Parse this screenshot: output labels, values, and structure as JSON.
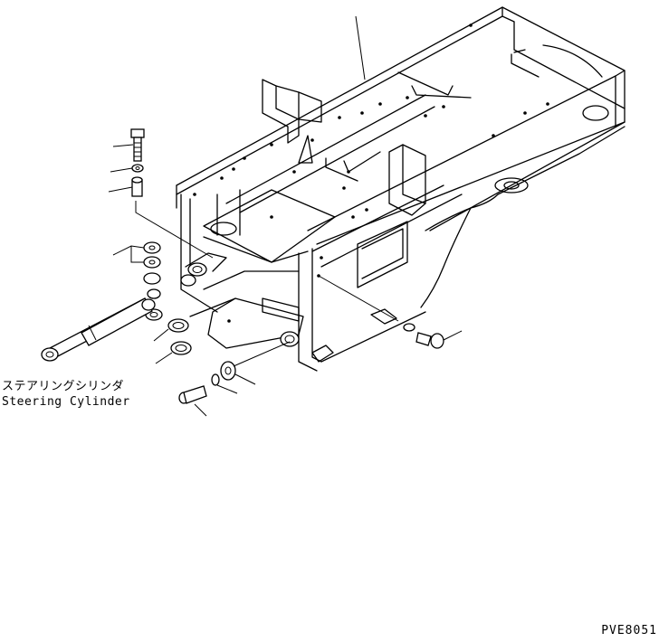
{
  "labels": {
    "steering_cylinder_jp": "ステアリングシリンダ",
    "steering_cylinder_en": "Steering Cylinder"
  },
  "drawing_code": "PVE8051"
}
